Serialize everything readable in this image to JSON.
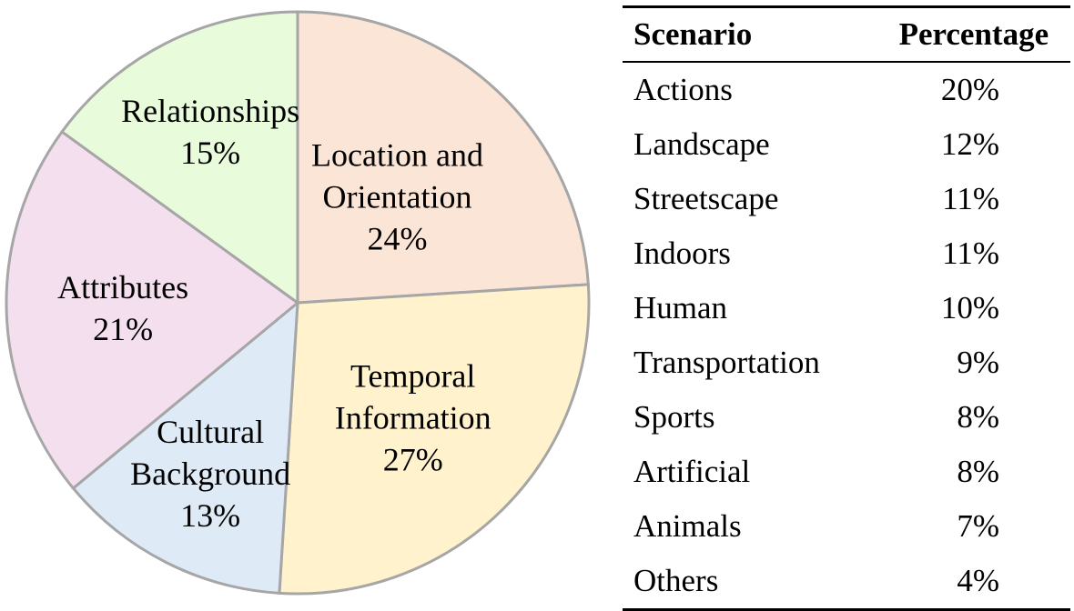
{
  "chart_data": {
    "type": "pie",
    "slice_order": "clockwise from top",
    "slices": [
      {
        "label": [
          "Location and",
          "Orientation"
        ],
        "value": 24,
        "value_label": "24%",
        "color": "#FBE5D6"
      },
      {
        "label": [
          "Temporal",
          "Information"
        ],
        "value": 27,
        "value_label": "27%",
        "color": "#FFF2CC"
      },
      {
        "label": [
          "Cultural",
          "Background"
        ],
        "value": 13,
        "value_label": "13%",
        "color": "#DEEBF7"
      },
      {
        "label": [
          "Attributes"
        ],
        "value": 21,
        "value_label": "21%",
        "color": "#F4DFEF"
      },
      {
        "label": [
          "Relationships"
        ],
        "value": 15,
        "value_label": "15%",
        "color": "#E8FBDA"
      }
    ],
    "slice_border_color": "#A6A6A6"
  },
  "table": {
    "headers": {
      "scenario": "Scenario",
      "percentage": "Percentage"
    },
    "rows": [
      {
        "scenario": "Actions",
        "percentage": "20%"
      },
      {
        "scenario": "Landscape",
        "percentage": "12%"
      },
      {
        "scenario": "Streetscape",
        "percentage": "11%"
      },
      {
        "scenario": "Indoors",
        "percentage": "11%"
      },
      {
        "scenario": "Human",
        "percentage": "10%"
      },
      {
        "scenario": "Transportation",
        "percentage": "9%"
      },
      {
        "scenario": "Sports",
        "percentage": "8%"
      },
      {
        "scenario": "Artificial",
        "percentage": "8%"
      },
      {
        "scenario": "Animals",
        "percentage": "7%"
      },
      {
        "scenario": "Others",
        "percentage": "4%"
      }
    ]
  }
}
